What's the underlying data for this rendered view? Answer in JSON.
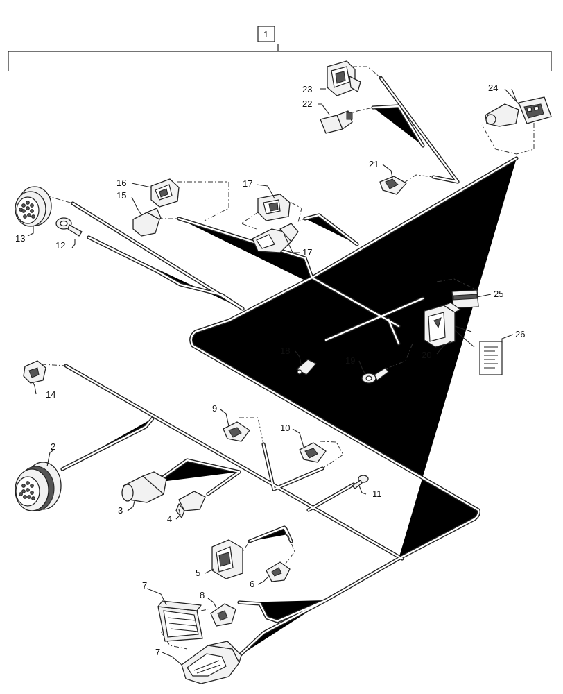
{
  "callouts": {
    "c1": "1",
    "c2": "2",
    "c3": "3",
    "c4": "4",
    "c5": "5",
    "c6": "6",
    "c7a": "7",
    "c7b": "7",
    "c8": "8",
    "c9": "9",
    "c10": "10",
    "c11": "11",
    "c12": "12",
    "c13": "13",
    "c14": "14",
    "c15": "15",
    "c16": "16",
    "c17a": "17",
    "c17b": "17",
    "c18": "18",
    "c19": "19",
    "c20": "20",
    "c21": "21",
    "c22": "22",
    "c23": "23",
    "c24": "24",
    "c25": "25",
    "c26": "26"
  }
}
